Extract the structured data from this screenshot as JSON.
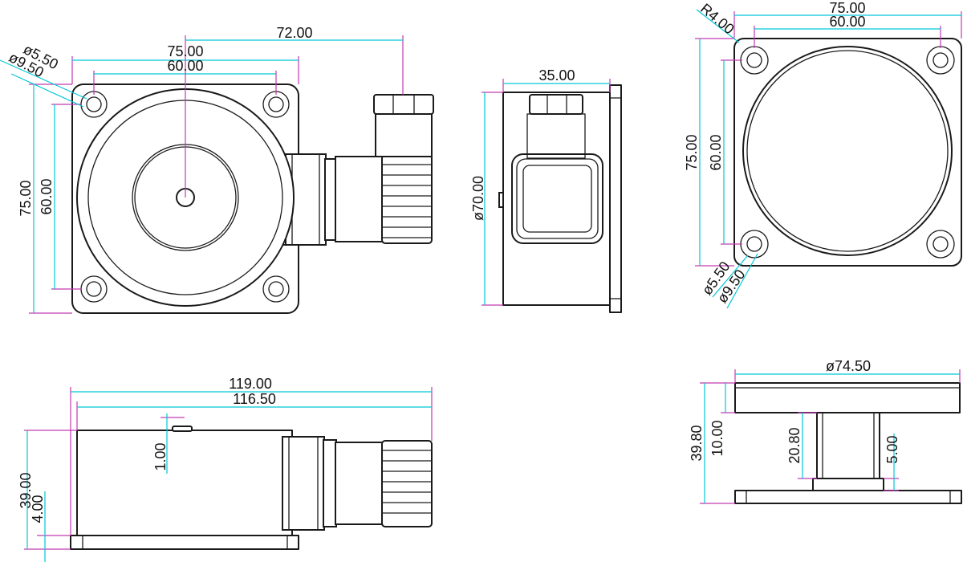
{
  "colors": {
    "outline": "#1a1a1a",
    "dimension_line": "#00c8d6",
    "extension_line": "#c23ab0",
    "background": "#ffffff"
  },
  "views": {
    "front": {
      "dims": {
        "overall_width": "75.00",
        "hole_spacing_x": "60.00",
        "connector_offset": "72.00",
        "overall_height": "75.00",
        "hole_spacing_y": "60.00",
        "hole_diameter": "ø5.50",
        "counterbore_diameter": "ø9.50"
      }
    },
    "side": {
      "dims": {
        "width": "35.00",
        "diameter": "ø70.00"
      }
    },
    "back": {
      "dims": {
        "corner_radius": "R4.00",
        "overall_width": "75.00",
        "hole_spacing_x": "60.00",
        "overall_height": "75.00",
        "hole_spacing_y": "60.00",
        "hole_diameter": "ø5.50",
        "counterbore_diameter": "ø9.50"
      }
    },
    "bottom": {
      "dims": {
        "overall_length": "119.00",
        "body_length": "116.50",
        "pin_height": "1.00",
        "overall_height": "39.00",
        "base_thickness": "4.00"
      }
    },
    "foot": {
      "dims": {
        "disc_diameter": "ø74.50",
        "overall_height": "39.80",
        "disc_thickness": "10.00",
        "stem_height": "20.80",
        "collar_height": "5.00"
      }
    }
  }
}
